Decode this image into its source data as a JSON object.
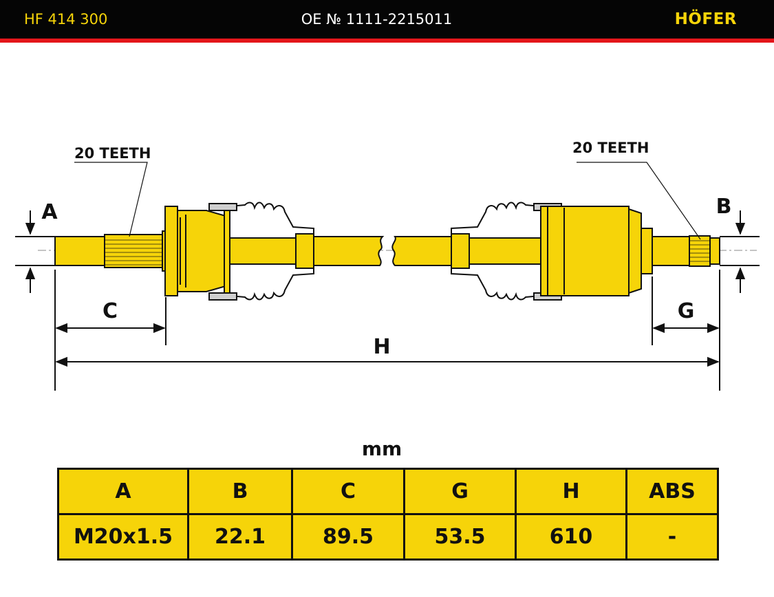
{
  "header": {
    "part_number": "HF 414 300",
    "oe_number": "OE № 1111-2215011",
    "brand": "HÖFER"
  },
  "drawing": {
    "left_spline_label": "20 TEETH",
    "right_spline_label": "20 TEETH",
    "dimension_labels": {
      "a": "A",
      "b": "B",
      "c": "C",
      "g": "G",
      "h": "H"
    }
  },
  "unit_label": "mm",
  "specs": {
    "headers": [
      "A",
      "B",
      "C",
      "G",
      "H",
      "ABS"
    ],
    "values": [
      "M20x1.5",
      "22.1",
      "89.5",
      "53.5",
      "610",
      "-"
    ]
  },
  "colors": {
    "accent": "#f6d409",
    "header_bg": "#050505",
    "header_rule": "#e4161b"
  }
}
